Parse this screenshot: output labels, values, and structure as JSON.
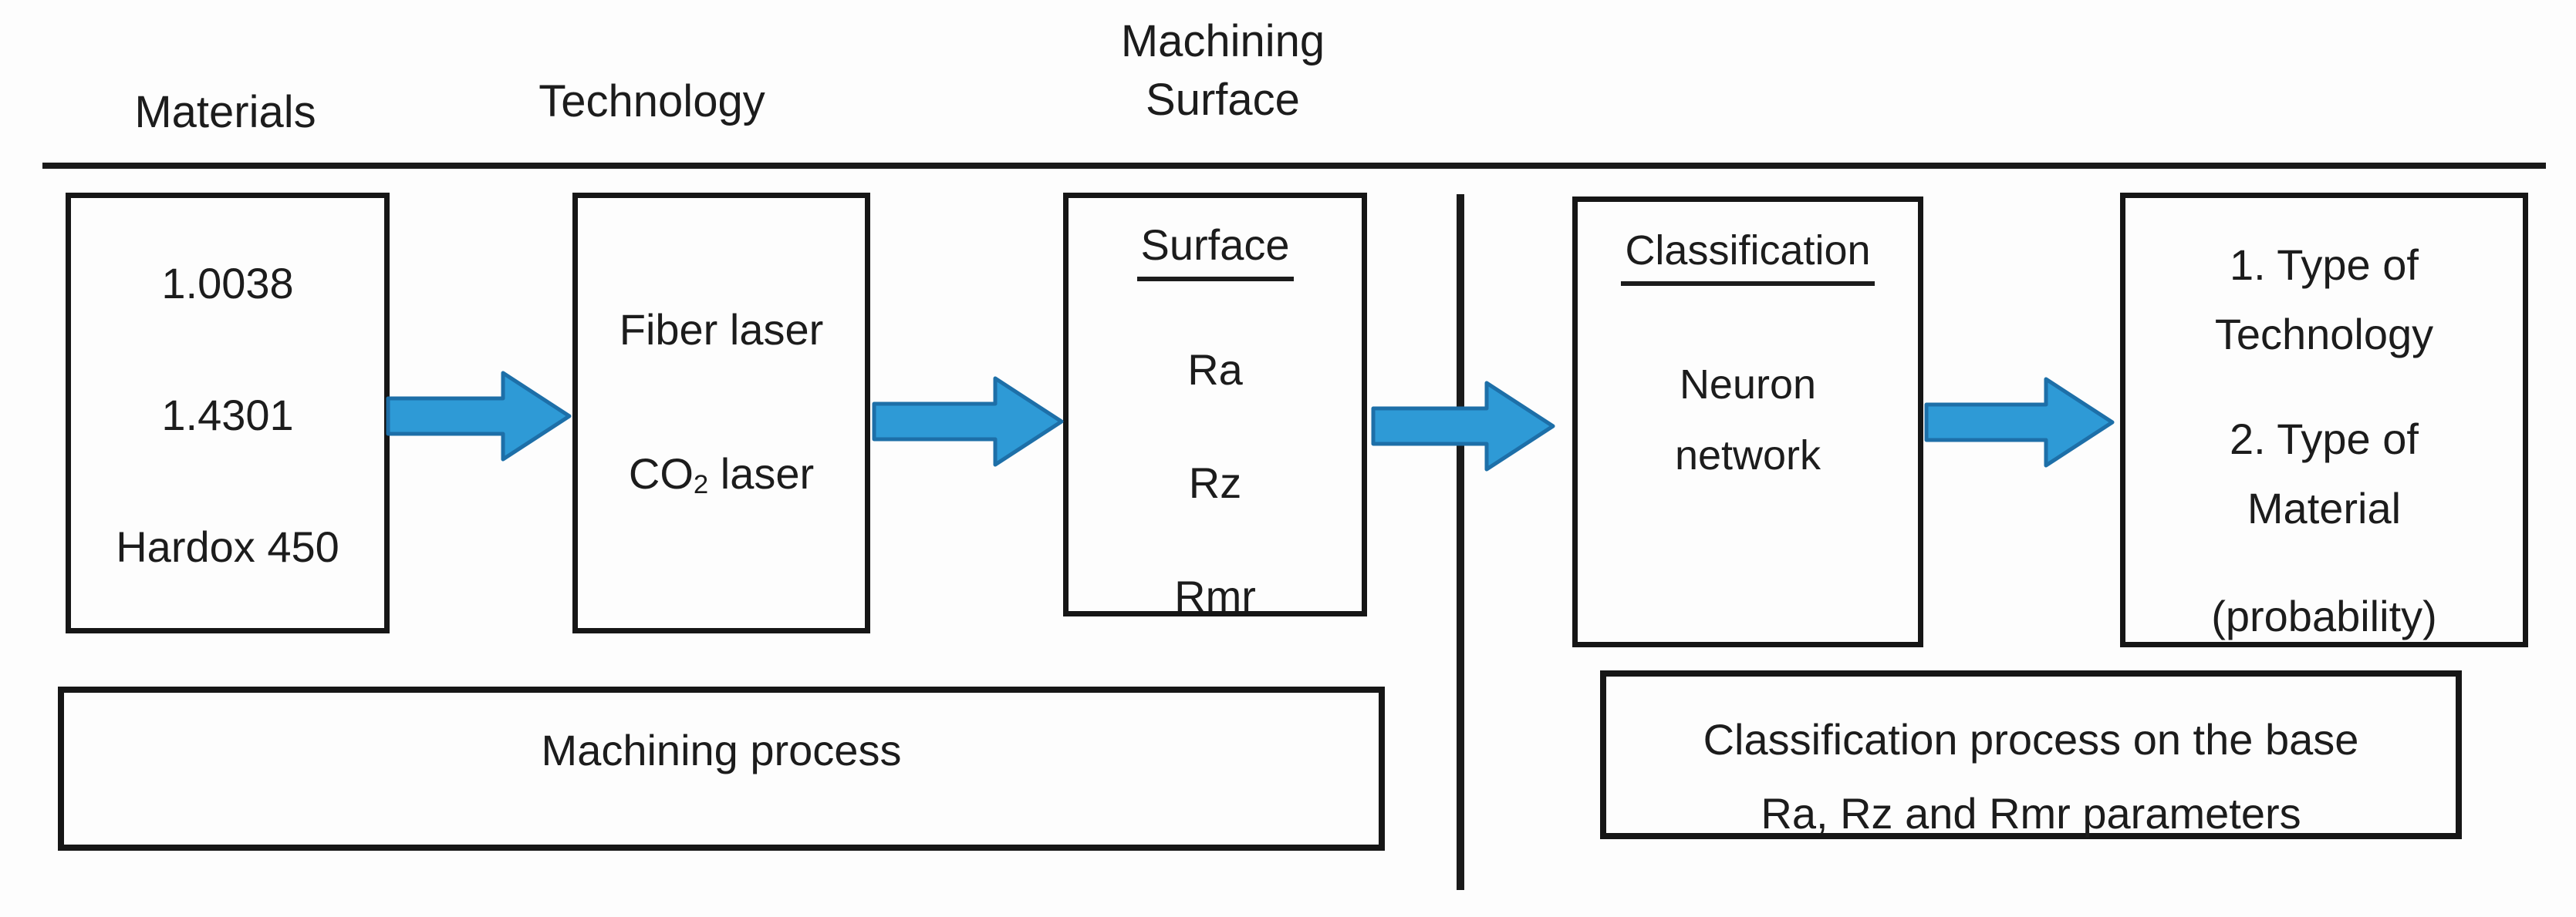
{
  "headers": {
    "materials": "Materials",
    "technology": "Technology",
    "machining_line1": "Machining",
    "machining_line2": "Surface"
  },
  "materials_box": {
    "items": [
      "1.0038",
      "1.4301",
      "Hardox 450"
    ]
  },
  "technology_box": {
    "fiber": "Fiber laser",
    "co2_prefix": "CO",
    "co2_sub": "2",
    "co2_suffix": " laser"
  },
  "surface_box": {
    "title": "Surface",
    "items": [
      "Ra",
      "Rz",
      "Rmr"
    ]
  },
  "classification_box": {
    "title": "Classification",
    "line1": "Neuron",
    "line2": "network"
  },
  "results_box": {
    "item1_line1": "1. Type of",
    "item1_line2": "Technology",
    "item2_line1": "2. Type of",
    "item2_line2": "Material",
    "item3": "(probability)"
  },
  "process_box": {
    "label": "Machining process"
  },
  "classification_process_box": {
    "line1": "Classification process on the base",
    "line2": "Ra, Rz and Rmr parameters"
  },
  "colors": {
    "arrow_fill": "#2e9ad6",
    "arrow_stroke": "#1d6fa8",
    "line_color": "#1a1a1a",
    "text_color": "#1c1c1c",
    "background": "#fdfdfd"
  }
}
